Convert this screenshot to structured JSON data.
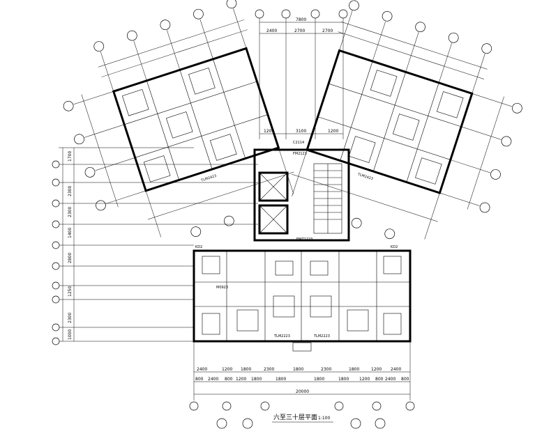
{
  "drawing": {
    "title": "六至三十层平面",
    "scale": "1:100"
  },
  "top_dimensions": {
    "overall": "7800",
    "segments": [
      "2400",
      "2700",
      "2700"
    ]
  },
  "bottom_dimensions": {
    "overall": "20000",
    "row1": [
      "2400",
      "1200",
      "1800",
      "2300",
      "1800",
      "2300",
      "1800",
      "1200",
      "2400"
    ],
    "row2": [
      "800",
      "2400",
      "800",
      "1200",
      "1800",
      "1800",
      "1800",
      "1800",
      "1200",
      "800",
      "2400",
      "800"
    ]
  },
  "left_dimensions": [
    "1700",
    "2300",
    "2300",
    "1400",
    "2800",
    "1250",
    "2300",
    "1000"
  ],
  "core_dimensions": {
    "top": [
      "1200",
      "3100",
      "1200"
    ]
  },
  "room_labels": {
    "kd2_left": "KD2",
    "kd2_right": "KD2",
    "c2114": "C2114",
    "tlm_left": "TLM2223",
    "tlm_right": "TLM2223",
    "tlm_wing_left": "TLM2423",
    "tlm_wing_right": "TLM2423",
    "m0923": "M0923",
    "fm_core": "FM2123",
    "fmz": "FMZ1223"
  }
}
